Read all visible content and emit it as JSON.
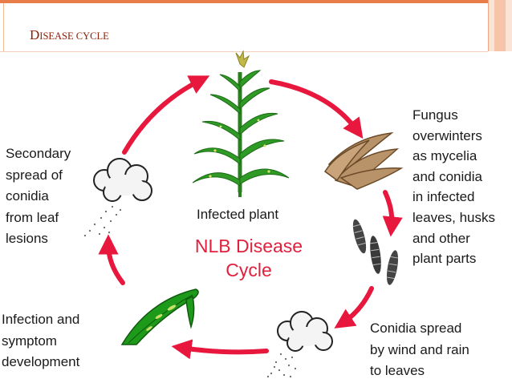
{
  "slide": {
    "title_parts": [
      {
        "text": "D",
        "size": "big"
      },
      {
        "text": "ISEASE ",
        "size": "small"
      },
      {
        "text": "CYCLE",
        "size": "small"
      }
    ]
  },
  "diagram": {
    "center_title_lines": [
      "NLB Disease",
      "Cycle"
    ],
    "labels": {
      "infected_plant": [
        "Infected plant"
      ],
      "overwinter": [
        "Fungus",
        "overwinters",
        "as mycelia",
        "and conidia",
        "in infected",
        "leaves, husks",
        "and other",
        "plant parts"
      ],
      "conidia_spread": [
        "Conidia spread",
        "by wind and rain",
        "to leaves"
      ],
      "infection": [
        "Infection and",
        "symptom",
        "development"
      ],
      "secondary": [
        "Secondary",
        "spread of",
        "conidia",
        "from leaf",
        "lesions"
      ]
    },
    "colors": {
      "arrow": "#e8173d",
      "title_text": "#8a1e08",
      "center_text": "#e0213d",
      "plant_green": "#2f9a26",
      "leaf_green": "#1e9a1a",
      "residue_brown": "#b89268"
    }
  }
}
